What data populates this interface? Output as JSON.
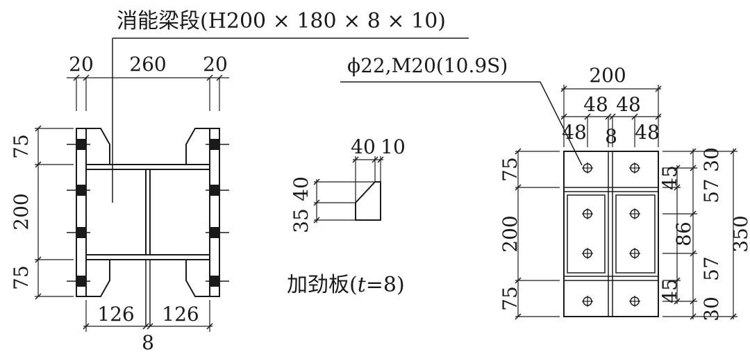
{
  "labels": {
    "title": "消能梁段(H200 × 180 × 8 × 10)",
    "bolt": "ϕ22,M20(10.9S)",
    "stiffener_prefix": "加劲板(",
    "stiffener_t": "t",
    "stiffener_suffix": "=8)"
  },
  "left_view": {
    "top_dims": [
      "20",
      "260",
      "20"
    ],
    "left_dims": [
      "75",
      "200",
      "75"
    ],
    "bottom_dims": [
      "126",
      "126"
    ],
    "web_dim": "8"
  },
  "stiffener_detail": {
    "top_dims": [
      "40",
      "10"
    ],
    "left_dims": [
      "35",
      "40"
    ]
  },
  "right_view": {
    "top_dim": "200",
    "mid_dims": [
      "48",
      "48"
    ],
    "low_dims": [
      "48",
      "8",
      "48"
    ],
    "left_dims": [
      "75",
      "200",
      "75"
    ],
    "inner_right_dims": [
      "45",
      "86",
      "45"
    ],
    "outer_right_dims": [
      "30",
      "57",
      "57",
      "30"
    ],
    "total_dim": "350"
  },
  "colors": {
    "line": "#1a1a1a",
    "background": "#ffffff"
  }
}
